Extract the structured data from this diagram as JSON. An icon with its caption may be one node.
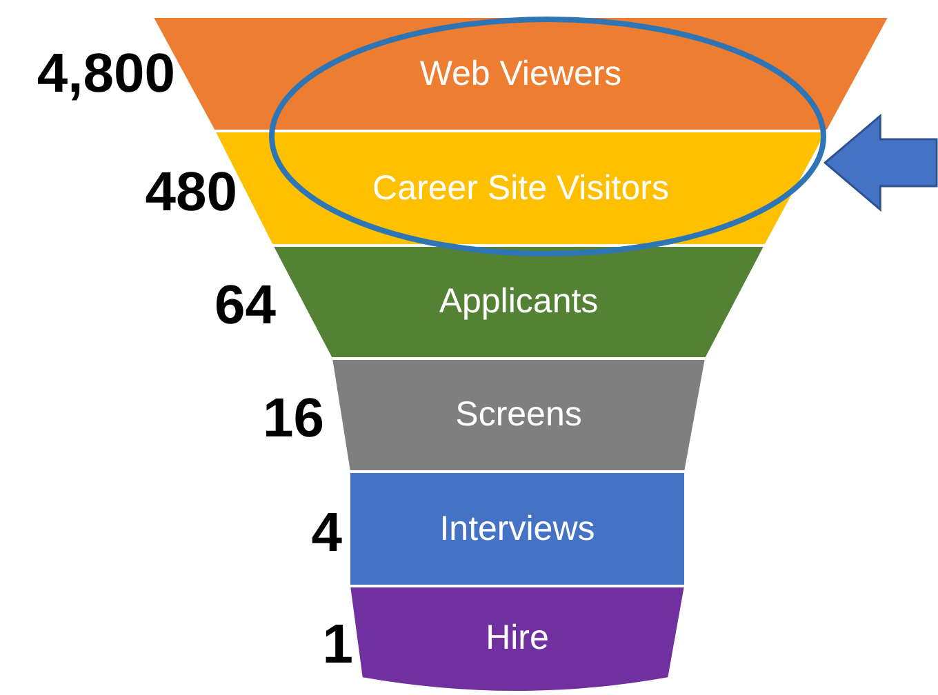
{
  "diagram": {
    "nodes": [
      {
        "text": [
          "Web Viewers"
        ],
        "beside": [
          "4,800"
        ]
      },
      {
        "text": [
          "Career Site Visitors"
        ],
        "beside": [
          "480"
        ]
      },
      {
        "text": [
          "Applicants"
        ],
        "beside": [
          "64"
        ]
      },
      {
        "text": [
          "Screens"
        ],
        "beside": [
          "16"
        ]
      },
      {
        "text": [
          "Interviews"
        ],
        "beside": [
          "4"
        ]
      },
      {
        "text": [
          "Hire"
        ],
        "beside": [
          "1"
        ]
      },
      {
        "text": [],
        "shape": "ellipse"
      }
    ],
    "edges": [
      {
        "from": null,
        "to": 6,
        "arrow": "to"
      }
    ]
  }
}
